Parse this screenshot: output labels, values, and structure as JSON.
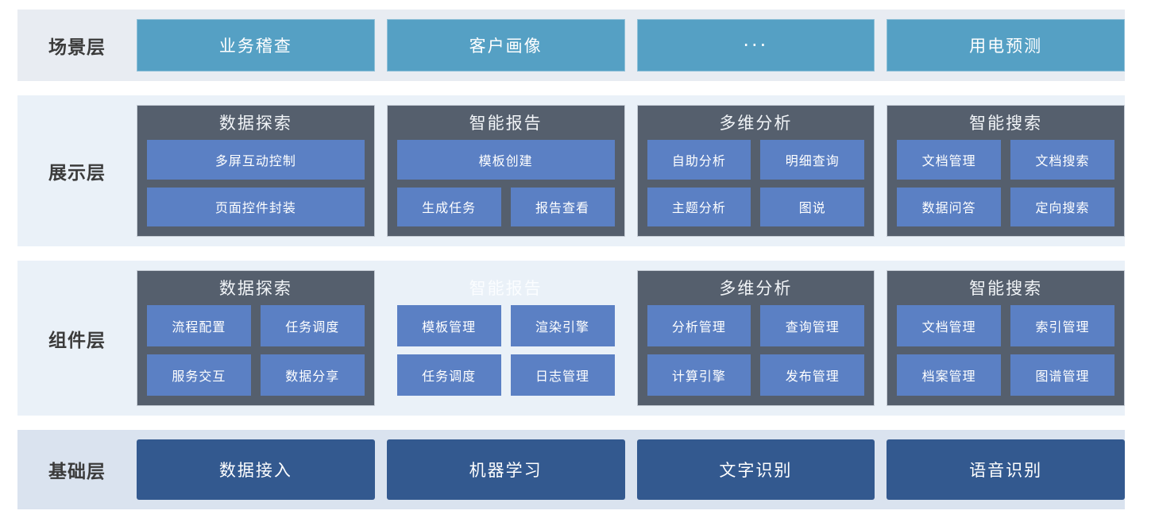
{
  "colors": {
    "scene_band": "#e8ecf2",
    "layer_band": "#eaf1f8",
    "base_band": "#dae3ef",
    "scene_box": "#55a0c4",
    "card_panel": "#555f6d",
    "tile": "#5b80c4",
    "base_box": "#33598f",
    "label_text": "#3b3b3b"
  },
  "rows": [
    {
      "label": "场景层",
      "type": "simple",
      "items": [
        {
          "label": "业务稽查"
        },
        {
          "label": "客户画像"
        },
        {
          "label": "···"
        },
        {
          "label": "用电预测"
        }
      ]
    },
    {
      "label": "展示层",
      "type": "grouped",
      "groups": [
        {
          "title": "数据探索",
          "ghost": false,
          "tile_rows": [
            [
              "多屏互动控制"
            ],
            [
              "页面控件封装"
            ]
          ]
        },
        {
          "title": "智能报告",
          "ghost": false,
          "tile_rows": [
            [
              "模板创建"
            ],
            [
              "生成任务",
              "报告查看"
            ]
          ]
        },
        {
          "title": "多维分析",
          "ghost": false,
          "tile_rows": [
            [
              "自助分析",
              "明细查询"
            ],
            [
              "主题分析",
              "图说"
            ]
          ]
        },
        {
          "title": "智能搜索",
          "ghost": false,
          "tile_rows": [
            [
              "文档管理",
              "文档搜索"
            ],
            [
              "数据问答",
              "定向搜索"
            ]
          ]
        }
      ]
    },
    {
      "label": "组件层",
      "type": "grouped",
      "groups": [
        {
          "title": "数据探索",
          "ghost": false,
          "tile_rows": [
            [
              "流程配置",
              "任务调度"
            ],
            [
              "服务交互",
              "数据分享"
            ]
          ]
        },
        {
          "title": "智能报告",
          "ghost": true,
          "tile_rows": [
            [
              "模板管理",
              "渲染引擎"
            ],
            [
              "任务调度",
              "日志管理"
            ]
          ]
        },
        {
          "title": "多维分析",
          "ghost": false,
          "tile_rows": [
            [
              "分析管理",
              "查询管理"
            ],
            [
              "计算引擎",
              "发布管理"
            ]
          ]
        },
        {
          "title": "智能搜索",
          "ghost": false,
          "tile_rows": [
            [
              "文档管理",
              "索引管理"
            ],
            [
              "档案管理",
              "图谱管理"
            ]
          ]
        }
      ]
    },
    {
      "label": "基础层",
      "type": "simple",
      "items": [
        {
          "label": "数据接入"
        },
        {
          "label": "机器学习"
        },
        {
          "label": "文字识别"
        },
        {
          "label": "语音识别"
        }
      ]
    }
  ]
}
